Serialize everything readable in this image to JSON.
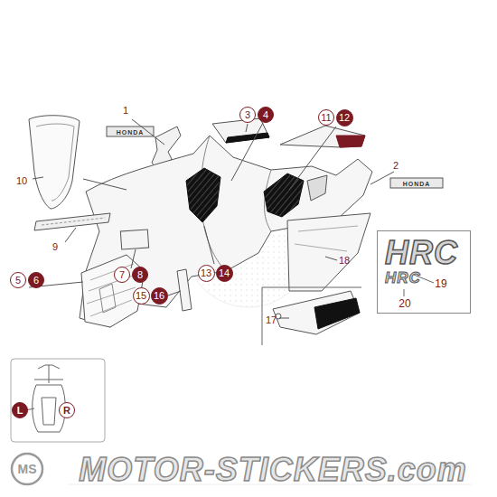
{
  "diagram": {
    "nodes": [
      {
        "text": [
          "3"
        ]
      },
      {
        "text": [
          "4"
        ]
      },
      {
        "text": [
          "11"
        ]
      },
      {
        "text": [
          "12"
        ]
      },
      {
        "text": [
          "5"
        ]
      },
      {
        "text": [
          "6"
        ]
      },
      {
        "text": [
          "7"
        ]
      },
      {
        "text": [
          "8"
        ]
      },
      {
        "text": [
          "13"
        ]
      },
      {
        "text": [
          "14"
        ]
      },
      {
        "text": [
          "15"
        ]
      },
      {
        "text": [
          "16"
        ]
      },
      {
        "text": [
          "HRC",
          "HRC",
          "19",
          "20"
        ]
      },
      {
        "text": [
          "L"
        ]
      },
      {
        "text": [
          "R"
        ]
      }
    ],
    "labels": [
      "1",
      "HONDA",
      "2",
      "HONDA",
      "10",
      "9",
      "18",
      "17",
      "MS",
      "MOTOR-STICKERS.com"
    ]
  }
}
